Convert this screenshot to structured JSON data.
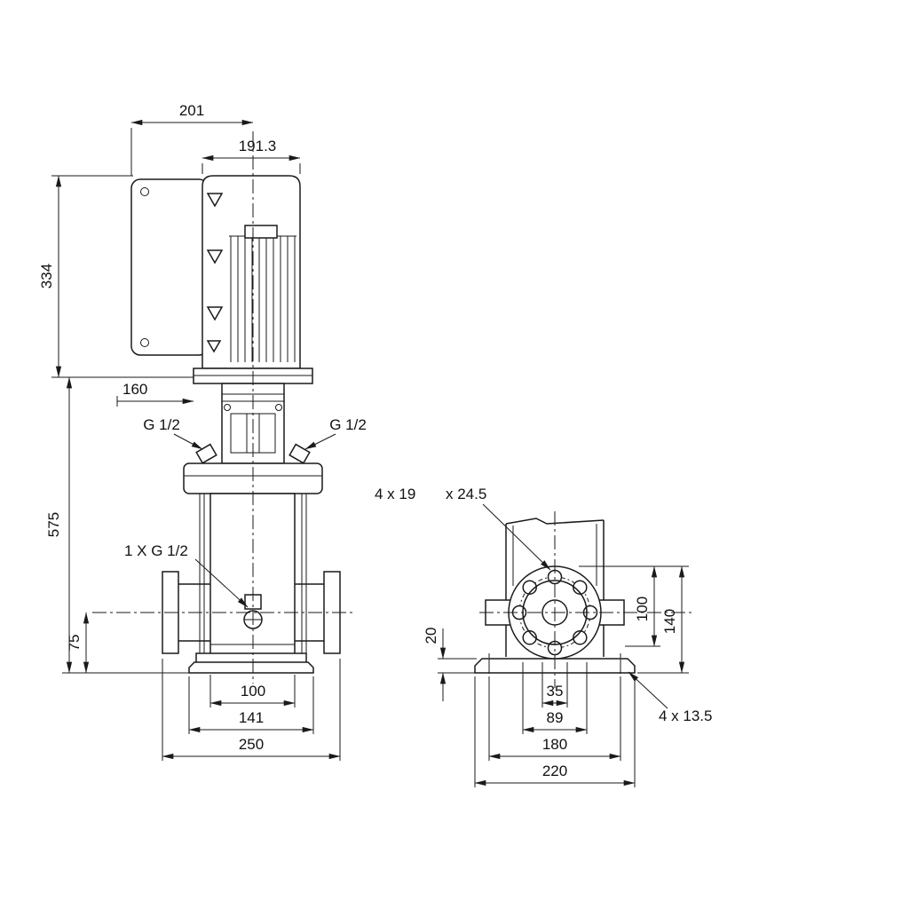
{
  "front_view": {
    "dim_motor_assembly_width": "201",
    "dim_motor_body_width": "191.3",
    "dim_motor_height": "334",
    "dim_head_width": "160",
    "dim_pump_height": "575",
    "dim_port_center_height": "75",
    "dim_port_span": "100",
    "dim_base_width": "141",
    "dim_overall_length": "250",
    "label_plug_left": "G 1/2",
    "label_plug_right": "G 1/2",
    "label_drain_plug": "1 X G 1/2"
  },
  "end_view": {
    "label_flange_holes_part1": "4 x 19",
    "label_flange_holes_part2": "x 24.5",
    "dim_base_height": "20",
    "dim_flange_height_1": "100",
    "dim_flange_height_2": "140",
    "dim_bore": "35",
    "dim_raised_face": "89",
    "dim_foot_hole_spacing": "180",
    "dim_base_length": "220",
    "label_base_holes": "4 x 13.5"
  }
}
